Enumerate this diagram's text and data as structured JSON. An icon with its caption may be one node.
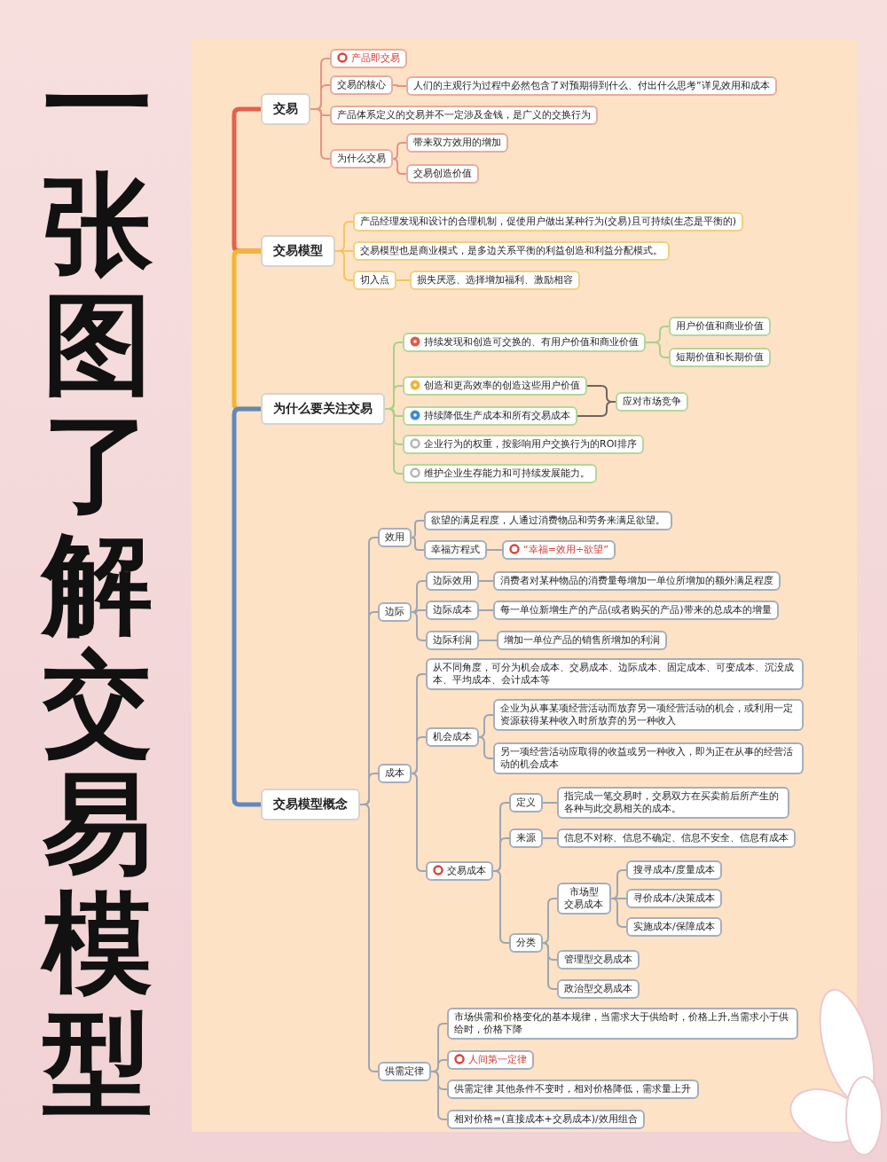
{
  "diagram": {
    "title": "一张图了解交易模型",
    "nodes": [
      {
        "text": [
          "交易"
        ]
      },
      {
        "text": [
          "产品即交易"
        ]
      },
      {
        "text": [
          "交易的核心"
        ]
      },
      {
        "text": [
          "人们的主观行为过程中必然包含了对预期得到什么、付出什么思考”详见效用和成本"
        ]
      },
      {
        "text": [
          "产品体系定义的交易并不一定涉及金钱，是广义的交换行为"
        ]
      },
      {
        "text": [
          "为什么交易"
        ]
      },
      {
        "text": [
          "带来双方效用的增加"
        ]
      },
      {
        "text": [
          "交易创造价值"
        ]
      },
      {
        "text": [
          "交易模型"
        ]
      },
      {
        "text": [
          "产品经理发现和设计的合理机制，促使用户做出某种行为(交易)且可持续(生态是平衡的)"
        ]
      },
      {
        "text": [
          "交易模型也是商业模式，是多边关系平衡的利益创造和利益分配模式。"
        ]
      },
      {
        "text": [
          "切入点"
        ]
      },
      {
        "text": [
          "损失厌恶、选择增加福利、激励相容"
        ]
      },
      {
        "text": [
          "为什么要关注交易"
        ]
      },
      {
        "text": [
          "持续发现和创造可交换的、有用户价值和商业价值"
        ]
      },
      {
        "text": [
          "用户价值和商业价值"
        ]
      },
      {
        "text": [
          "短期价值和长期价值"
        ]
      },
      {
        "text": [
          "创造和更高效率的创造这些用户价值"
        ]
      },
      {
        "text": [
          "持续降低生产成本和所有交易成本"
        ]
      },
      {
        "text": [
          "应对市场竞争"
        ]
      },
      {
        "text": [
          "企业行为的权重，按影响用户交换行为的ROI排序"
        ]
      },
      {
        "text": [
          "维护企业生存能力和可持续发展能力。"
        ]
      },
      {
        "text": [
          "交易模型概念"
        ]
      },
      {
        "text": [
          "效用"
        ]
      },
      {
        "text": [
          "欲望的满足程度，人通过消费物品和劳务来满足欲望。"
        ]
      },
      {
        "text": [
          "幸福方程式"
        ]
      },
      {
        "text": [
          "“幸福=效用÷欲望”"
        ]
      },
      {
        "text": [
          "边际"
        ]
      },
      {
        "text": [
          "边际效用"
        ]
      },
      {
        "text": [
          "消费者对某种物品的消费量每增加一单位所增加的额外满足程度"
        ]
      },
      {
        "text": [
          "边际成本"
        ]
      },
      {
        "text": [
          "每一单位新增生产的产品(或者购买的产品)带来的总成本的增量"
        ]
      },
      {
        "text": [
          "边际利润"
        ]
      },
      {
        "text": [
          "增加一单位产品的销售所增加的利润"
        ]
      },
      {
        "text": [
          "成本"
        ]
      },
      {
        "text": [
          "从不同角度，可分为机会成本、交易成本、边际成本、固定成本、可变成本、沉没成本、平均成本、会计成本等"
        ]
      },
      {
        "text": [
          "机会成本"
        ]
      },
      {
        "text": [
          "企业为从事某项经营活动而放弃另一项经营活动的机会，或利用一定资源获得某种收入时所放弃的另一种收入"
        ]
      },
      {
        "text": [
          "另一项经营活动应取得的收益或另一种收入，即为正在从事的经营活动的机会成本"
        ]
      },
      {
        "text": [
          "交易成本"
        ]
      },
      {
        "text": [
          "定义"
        ]
      },
      {
        "text": [
          "指完成一笔交易时，交易双方在买卖前后所产生的各种与此交易相关的成本。"
        ]
      },
      {
        "text": [
          "来源"
        ]
      },
      {
        "text": [
          "信息不对称、信息不确定、信息不安全、信息有成本"
        ]
      },
      {
        "text": [
          "分类"
        ]
      },
      {
        "text": [
          "市场型交易成本"
        ]
      },
      {
        "text": [
          "搜寻成本/度量成本"
        ]
      },
      {
        "text": [
          "寻价成本/决策成本"
        ]
      },
      {
        "text": [
          "实施成本/保障成本"
        ]
      },
      {
        "text": [
          "管理型交易成本"
        ]
      },
      {
        "text": [
          "政治型交易成本"
        ]
      },
      {
        "text": [
          "供需定律"
        ]
      },
      {
        "text": [
          "市场供需和价格变化的基本规律，当需求大于供给时，价格上升,当需求小于供给时，价格下降"
        ]
      },
      {
        "text": [
          "人间第一定律"
        ]
      },
      {
        "text": [
          "供需定律 其他条件不变时，相对价格降低，需求量上升"
        ]
      },
      {
        "text": [
          "相对价格=(直接成本+交易成本)/效用组合"
        ]
      }
    ],
    "edges": [
      {
        "from": 0,
        "to": 8,
        "arrow": "none",
        "style": "thick",
        "color": "#e2624c"
      },
      {
        "from": 8,
        "to": 13,
        "arrow": "none",
        "style": "thick",
        "color": "#f3b534"
      },
      {
        "from": 13,
        "to": 22,
        "arrow": "none",
        "style": "thick",
        "color": "#6088bf"
      },
      {
        "from": 0,
        "to": 1,
        "arrow": "none",
        "color": "#e49484"
      },
      {
        "from": 0,
        "to": 2,
        "arrow": "none",
        "color": "#e49484"
      },
      {
        "from": 2,
        "to": 3,
        "arrow": "none",
        "color": "#e49484"
      },
      {
        "from": 0,
        "to": 4,
        "arrow": "none",
        "color": "#e49484"
      },
      {
        "from": 0,
        "to": 5,
        "arrow": "none",
        "color": "#e49484"
      },
      {
        "from": 5,
        "to": 6,
        "arrow": "none",
        "color": "#e49484"
      },
      {
        "from": 5,
        "to": 7,
        "arrow": "none",
        "color": "#e49484"
      },
      {
        "from": 8,
        "to": 9,
        "arrow": "none",
        "color": "#f1c661"
      },
      {
        "from": 8,
        "to": 10,
        "arrow": "none",
        "color": "#f1c661"
      },
      {
        "from": 8,
        "to": 11,
        "arrow": "none",
        "color": "#f1c661"
      },
      {
        "from": 11,
        "to": 12,
        "arrow": "none",
        "color": "#f1c661"
      },
      {
        "from": 13,
        "to": 14,
        "arrow": "none",
        "color": "#a9d08a"
      },
      {
        "from": 14,
        "to": 15,
        "arrow": "none",
        "color": "#a9d08a"
      },
      {
        "from": 14,
        "to": 16,
        "arrow": "none",
        "color": "#a9d08a"
      },
      {
        "from": 13,
        "to": 17,
        "arrow": "none",
        "color": "#a9d08a"
      },
      {
        "from": 13,
        "to": 18,
        "arrow": "none",
        "color": "#a9d08a"
      },
      {
        "from": 17,
        "to": 19,
        "arrow": "none",
        "color": "#6f645c"
      },
      {
        "from": 18,
        "to": 19,
        "arrow": "none",
        "color": "#6f645c"
      },
      {
        "from": 13,
        "to": 20,
        "arrow": "none",
        "color": "#a9d08a"
      },
      {
        "from": 13,
        "to": 21,
        "arrow": "none",
        "color": "#a9d08a"
      },
      {
        "from": 22,
        "to": 23,
        "arrow": "none"
      },
      {
        "from": 23,
        "to": 24,
        "arrow": "none"
      },
      {
        "from": 23,
        "to": 25,
        "arrow": "none"
      },
      {
        "from": 25,
        "to": 26,
        "arrow": "none"
      },
      {
        "from": 22,
        "to": 27,
        "arrow": "none"
      },
      {
        "from": 27,
        "to": 28,
        "arrow": "none"
      },
      {
        "from": 28,
        "to": 29,
        "arrow": "none"
      },
      {
        "from": 27,
        "to": 30,
        "arrow": "none"
      },
      {
        "from": 30,
        "to": 31,
        "arrow": "none"
      },
      {
        "from": 27,
        "to": 32,
        "arrow": "none"
      },
      {
        "from": 32,
        "to": 33,
        "arrow": "none"
      },
      {
        "from": 22,
        "to": 34,
        "arrow": "none"
      },
      {
        "from": 34,
        "to": 35,
        "arrow": "none"
      },
      {
        "from": 34,
        "to": 36,
        "arrow": "none"
      },
      {
        "from": 36,
        "to": 37,
        "arrow": "none"
      },
      {
        "from": 36,
        "to": 38,
        "arrow": "none"
      },
      {
        "from": 34,
        "to": 39,
        "arrow": "none"
      },
      {
        "from": 39,
        "to": 40,
        "arrow": "none"
      },
      {
        "from": 40,
        "to": 41,
        "arrow": "none"
      },
      {
        "from": 39,
        "to": 42,
        "arrow": "none"
      },
      {
        "from": 42,
        "to": 43,
        "arrow": "none"
      },
      {
        "from": 39,
        "to": 44,
        "arrow": "none"
      },
      {
        "from": 44,
        "to": 45,
        "arrow": "none"
      },
      {
        "from": 45,
        "to": 46,
        "arrow": "none"
      },
      {
        "from": 45,
        "to": 47,
        "arrow": "none"
      },
      {
        "from": 45,
        "to": 48,
        "arrow": "none"
      },
      {
        "from": 44,
        "to": 49,
        "arrow": "none"
      },
      {
        "from": 44,
        "to": 50,
        "arrow": "none"
      },
      {
        "from": 22,
        "to": 51,
        "arrow": "none"
      },
      {
        "from": 51,
        "to": 52,
        "arrow": "none"
      },
      {
        "from": 51,
        "to": 53,
        "arrow": "none"
      },
      {
        "from": 51,
        "to": 54,
        "arrow": "none"
      },
      {
        "from": 51,
        "to": 55,
        "arrow": "none"
      }
    ]
  }
}
